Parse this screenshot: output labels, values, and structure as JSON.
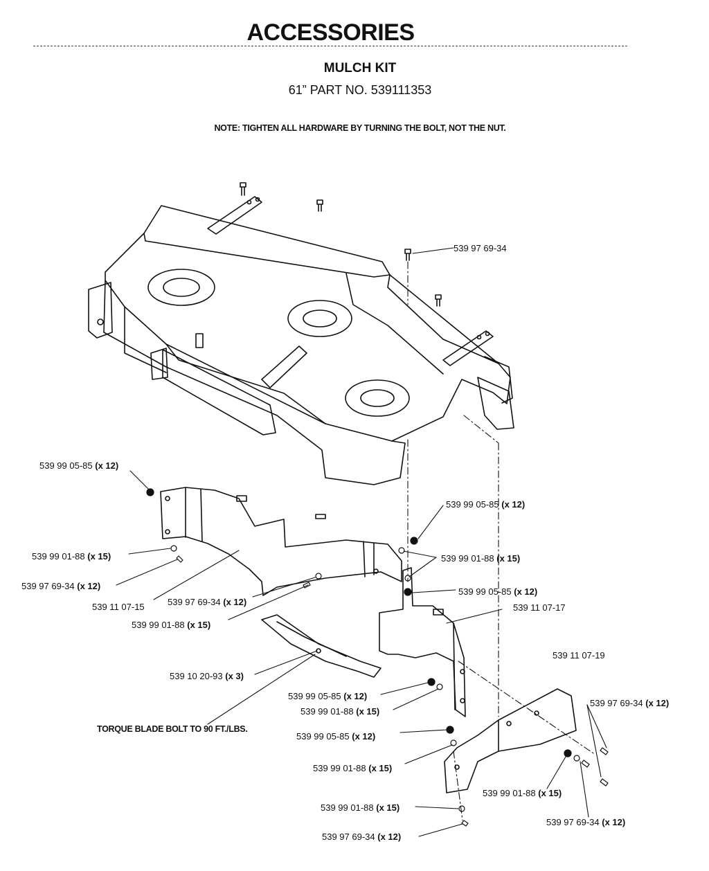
{
  "header": {
    "title": "ACCESSORIES",
    "kit_name": "MULCH KIT",
    "part_number": "61” PART NO. 539111353",
    "note": "NOTE: TIGHTEN ALL HARDWARE BY TURNING THE BOLT, NOT THE NUT."
  },
  "callouts": [
    {
      "id": "c1",
      "part": "539 97 69-34",
      "qty": ""
    },
    {
      "id": "c2",
      "part": "539 99 05-85",
      "qty": "(x 12)"
    },
    {
      "id": "c3",
      "part": "539 99 05-85",
      "qty": "(x 12)"
    },
    {
      "id": "c4",
      "part": "539 99 01-88",
      "qty": "(x 15)"
    },
    {
      "id": "c5",
      "part": "539 99 01-88",
      "qty": "(x 15)"
    },
    {
      "id": "c6",
      "part": "539 97 69-34",
      "qty": "(x 12)"
    },
    {
      "id": "c7",
      "part": "539 99 05-85",
      "qty": "(x 12)"
    },
    {
      "id": "c8",
      "part": "539 11 07-15",
      "qty": ""
    },
    {
      "id": "c9",
      "part": "539 97 69-34",
      "qty": "(x 12)"
    },
    {
      "id": "c10",
      "part": "539 11 07-17",
      "qty": ""
    },
    {
      "id": "c11",
      "part": "539 99 01-88",
      "qty": "(x 15)"
    },
    {
      "id": "c12",
      "part": "539 11 07-19",
      "qty": ""
    },
    {
      "id": "c13",
      "part": "539 10 20-93",
      "qty": "(x 3)"
    },
    {
      "id": "c14",
      "part": "539 99 05-85",
      "qty": "(x 12)"
    },
    {
      "id": "c15",
      "part": "539 97 69-34",
      "qty": "(x 12)"
    },
    {
      "id": "c16",
      "part": "539 99 01-88",
      "qty": "(x 15)"
    },
    {
      "id": "c17",
      "part": "539 99 05-85",
      "qty": "(x 12)"
    },
    {
      "id": "c18",
      "part": "539 99 01-88",
      "qty": "(x 15)"
    },
    {
      "id": "c19",
      "part": "539 99 01-88",
      "qty": "(x 15)"
    },
    {
      "id": "c20",
      "part": "539 99 01-88",
      "qty": "(x 15)"
    },
    {
      "id": "c21",
      "part": "539 97 69-34",
      "qty": "(x 12)"
    },
    {
      "id": "c22",
      "part": "539 97 69-34",
      "qty": "(x 12)"
    }
  ],
  "torque_note": "TORQUE BLADE BOLT TO 90 FT./LBS."
}
